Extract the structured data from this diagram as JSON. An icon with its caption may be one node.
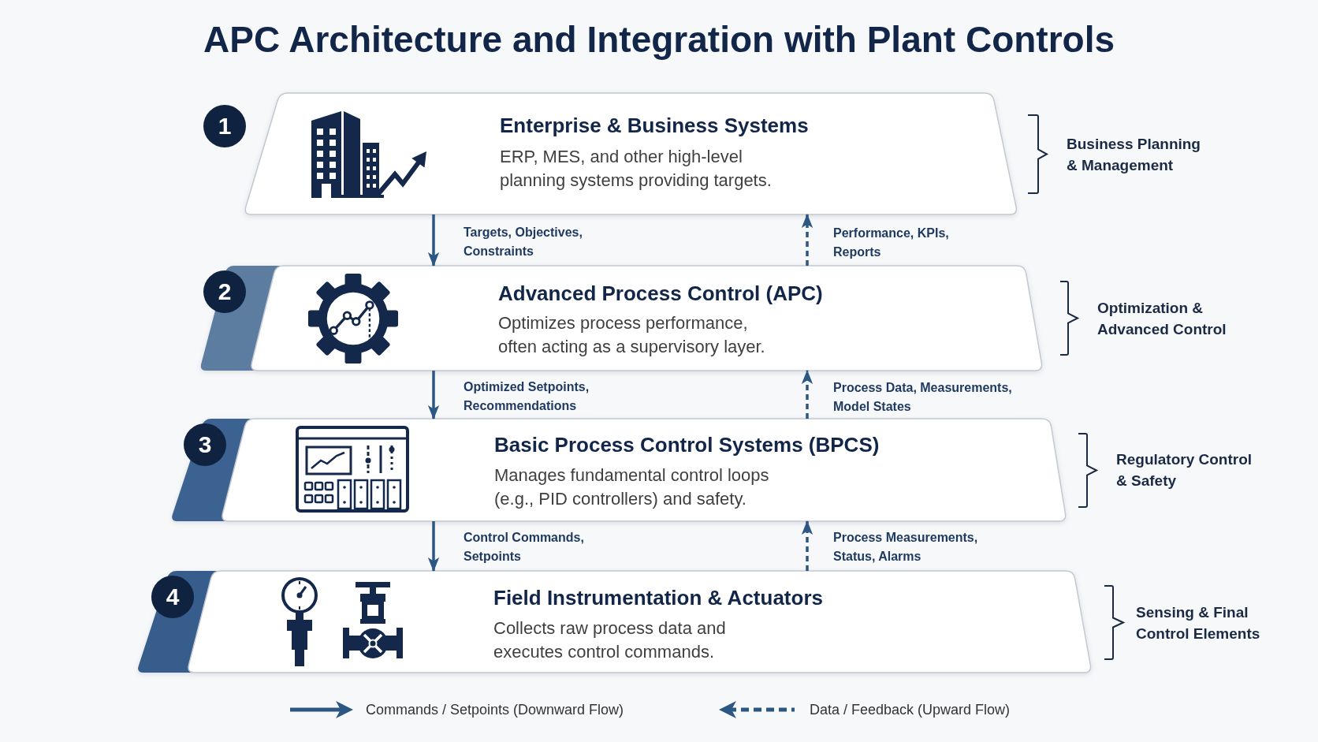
{
  "diagram": {
    "title": "APC Architecture and Integration with Plant Controls",
    "nodes": [
      {
        "text": [
          "Enterprise & Business Systems",
          "ERP, MES, and other high-level planning systems providing targets."
        ],
        "beside": [
          "1",
          "Business Planning & Management"
        ]
      },
      {
        "text": [
          "Advanced Process Control (APC)",
          "Optimizes process performance, often acting as a supervisory layer."
        ],
        "beside": [
          "2",
          "Optimization & Advanced Control"
        ]
      },
      {
        "text": [
          "Basic Process Control Systems (BPCS)",
          "Manages fundamental control loops (e.g., PID controllers) and safety."
        ],
        "beside": [
          "3",
          "Regulatory Control & Safety"
        ]
      },
      {
        "text": [
          "Field Instrumentation & Actuators",
          "Collects raw process data and executes control commands."
        ],
        "beside": [
          "4",
          "Sensing & Final Control Elements"
        ]
      }
    ],
    "edges": [
      {
        "from": 0,
        "to": 1,
        "arrow": "to",
        "label": "Targets, Objectives, Constraints"
      },
      {
        "from": 1,
        "to": 0,
        "arrow": "to",
        "style": "dashed",
        "label": "Performance, KPIs, Reports"
      },
      {
        "from": 1,
        "to": 2,
        "arrow": "to",
        "label": "Optimized Setpoints, Recommendations"
      },
      {
        "from": 2,
        "to": 1,
        "arrow": "to",
        "style": "dashed",
        "label": "Process Data, Measurements, Model States"
      },
      {
        "from": 2,
        "to": 3,
        "arrow": "to",
        "label": "Control Commands, Setpoints"
      },
      {
        "from": 3,
        "to": 2,
        "arrow": "to",
        "style": "dashed",
        "label": "Process Measurements, Status, Alarms"
      }
    ],
    "legend": [
      {
        "text": "Commands / Setpoints (Downward Flow)"
      },
      {
        "text": "Data / Feedback (Upward Flow)"
      }
    ]
  }
}
